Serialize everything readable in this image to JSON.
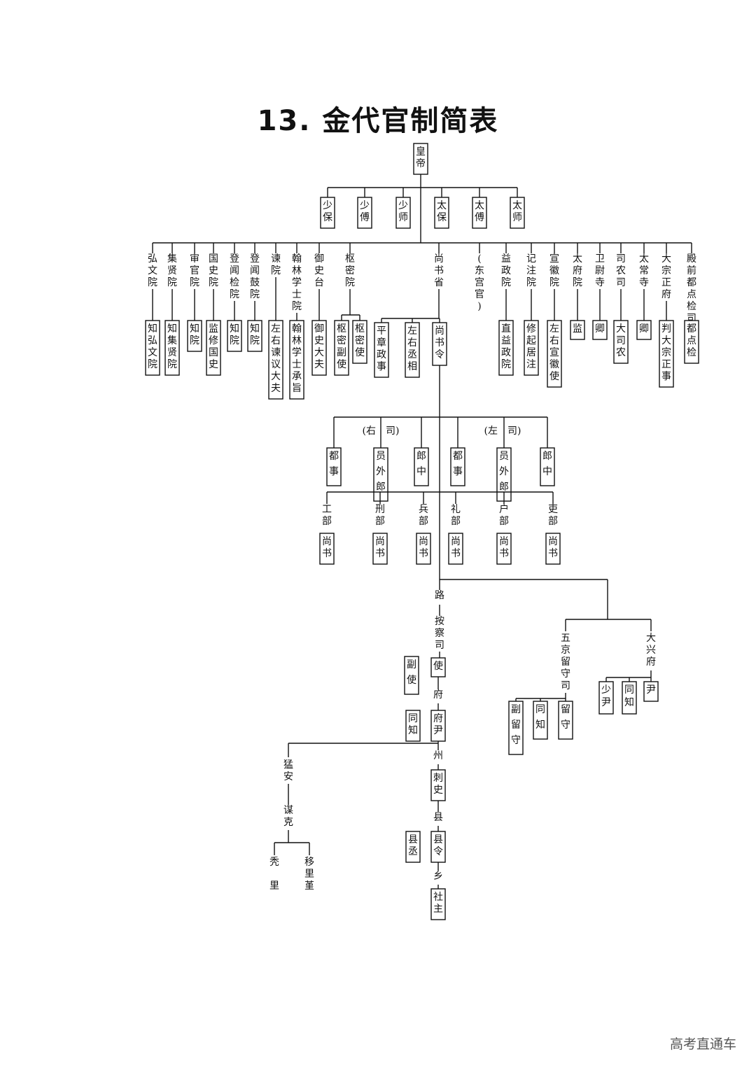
{
  "title": "13.  金代官制简表",
  "watermark": "高考直通车",
  "diagram": {
    "root": "皇帝",
    "sangong": [
      "少保",
      "少傅",
      "少师",
      "太保",
      "太傅",
      "太师"
    ],
    "agencies": [
      {
        "name": "弘文院",
        "head": "知弘文院"
      },
      {
        "name": "集贤院",
        "head": "知集贤院"
      },
      {
        "name": "审官院",
        "head": "知院"
      },
      {
        "name": "国史院",
        "head": "监修国史"
      },
      {
        "name": "登闻检院",
        "head": "知院"
      },
      {
        "name": "登闻鼓院",
        "head": "知院"
      },
      {
        "name": "谏院",
        "head": "左右谏议大夫"
      },
      {
        "name": "翰林学士院",
        "head": "翰林学士承旨"
      },
      {
        "name": "御史台",
        "head": "御史大夫"
      },
      {
        "name": "枢密院",
        "heads": [
          "枢密副使",
          "枢密使"
        ]
      },
      {
        "name": "尚书省",
        "heads": [
          "平章政事",
          "左右丞相",
          "尚书令"
        ]
      },
      {
        "name": "(东宫官)"
      },
      {
        "name": "益政院",
        "head": "直益政院"
      },
      {
        "name": "记注院",
        "head": "修起居注"
      },
      {
        "name": "宣徽院",
        "head": "左右宣徽使"
      },
      {
        "name": "太府院",
        "head": "监"
      },
      {
        "name": "卫尉寺",
        "head": "卿"
      },
      {
        "name": "司农司",
        "head": "大司农"
      },
      {
        "name": "太常寺",
        "head": "卿"
      },
      {
        "name": "大宗正府",
        "head": "判大宗正事"
      },
      {
        "name": "殿前都点检司",
        "head": "都点检"
      }
    ],
    "right_office": {
      "label": "(右　司)",
      "officials": [
        "都事",
        "员外郎",
        "郎中"
      ]
    },
    "left_office": {
      "label": "(左　司)",
      "officials": [
        "都事",
        "员外郎",
        "郎中"
      ]
    },
    "ministries": [
      {
        "name": "工部",
        "head": "尚书"
      },
      {
        "name": "刑部",
        "head": "尚书"
      },
      {
        "name": "兵部",
        "head": "尚书"
      },
      {
        "name": "礼部",
        "head": "尚书"
      },
      {
        "name": "户部",
        "head": "尚书"
      },
      {
        "name": "吏部",
        "head": "尚书"
      }
    ],
    "local": {
      "lu": "路",
      "ancha": "按察司",
      "ancha_head": "使",
      "ancha_deputy": "副使",
      "fu": "府",
      "fu_head": "府尹",
      "fu_deputy": "同知",
      "zhou": "州",
      "zhou_head": "刺史",
      "xian": "县",
      "xian_head": "县令",
      "xian_deputy": "县丞",
      "xiang": "乡",
      "xiang_head": "社主",
      "mengan": "猛安",
      "mouke": "谋克",
      "tuli": "秃里",
      "yilijin": "移里堇"
    },
    "capitals": {
      "wujing": "五京留守司",
      "wujing_officials": [
        "副留守",
        "同知",
        "留守"
      ],
      "daxing": "大兴府",
      "daxing_officials": [
        "少尹",
        "同知",
        "尹"
      ]
    }
  }
}
